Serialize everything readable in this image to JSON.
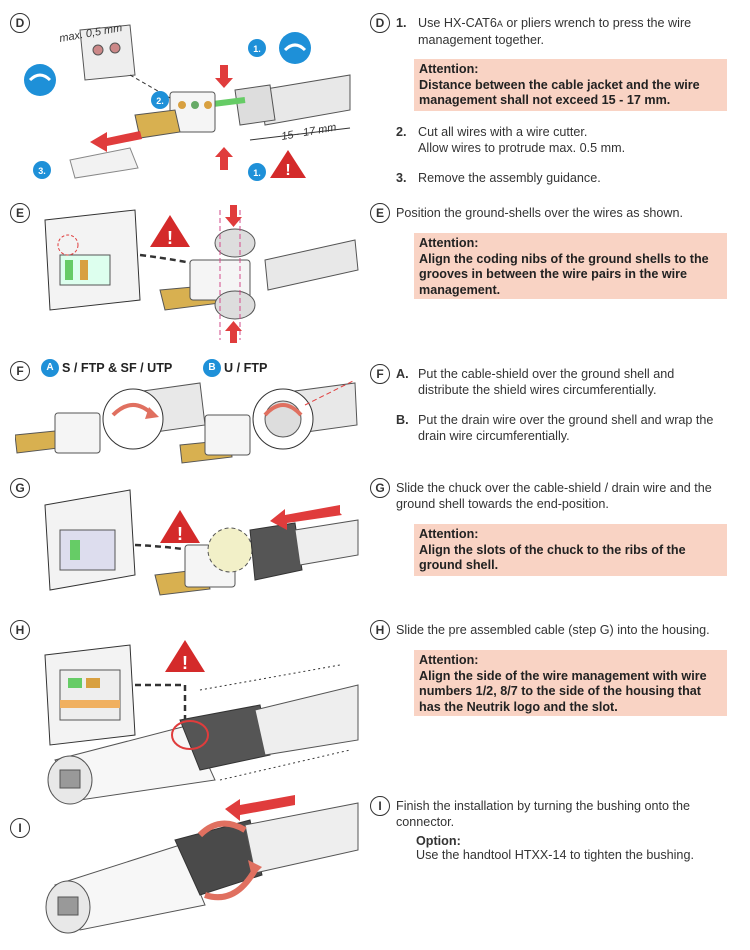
{
  "steps": {
    "D": {
      "letter": "D",
      "items": [
        {
          "num": "1.",
          "text": "Use HX-CAT6A or pliers wrench to press the wire management together."
        },
        {
          "num": "2.",
          "text": "Cut all wires with a wire cutter. Allow wires to protrude max. 0.5 mm."
        },
        {
          "num": "3.",
          "text": "Remove the assembly guidance."
        }
      ],
      "item1_line1": "Use HX-CAT6",
      "item1_sub": "A",
      "item1_line1b": " or pliers wrench to press the wire",
      "item1_line2": "management together.",
      "item2_line1": "Cut all wires with a wire cutter.",
      "item2_line2": "Allow wires to protrude max. 0.5 mm.",
      "attention_title": "Attention:",
      "attention_text": "Distance between the cable jacket and the wire management shall not exceed 15 - 17 mm.",
      "fig_label_max": "max. 0,5 mm",
      "fig_label_dist": "15 - 17 mm",
      "fig_badges": [
        "1.",
        "2.",
        "3.",
        "1."
      ]
    },
    "E": {
      "letter": "E",
      "text": "Position the ground-shells over the wires as shown.",
      "attention_title": "Attention:",
      "attention_text": "Align the coding nibs of the ground shells to the grooves in between the wire pairs in the wire management."
    },
    "F": {
      "letter": "F",
      "variant_a_badge": "A",
      "variant_a_label": "S / FTP & SF / UTP",
      "variant_b_badge": "B",
      "variant_b_label": "U / FTP",
      "item_a_num": "A.",
      "item_a_text": "Put the cable-shield over the ground shell and distribute the shield wires circumferentially.",
      "item_b_num": "B.",
      "item_b_text": "Put the drain wire over the ground shell and wrap the drain wire circumferentially."
    },
    "G": {
      "letter": "G",
      "text": "Slide the chuck over the cable-shield / drain wire and the ground shell towards the end-position.",
      "attention_title": "Attention:",
      "attention_text": "Align the slots of the chuck to the ribs of the ground shell."
    },
    "H": {
      "letter": "H",
      "text": "Slide the pre assembled cable (step G) into the housing.",
      "attention_title": "Attention:",
      "attention_text": "Align the side of the wire management with wire numbers 1/2, 8/7 to the side of the housing that has the Neutrik logo and the slot."
    },
    "I": {
      "letter": "I",
      "text": "Finish the installation by turning the bushing onto the connector.",
      "option_title": "Option:",
      "option_text": "Use the handtool HTXX-14 to tighten the bushing."
    }
  },
  "colors": {
    "attention_bg": "#f9d3c4",
    "warning_red": "#d42a2a",
    "badge_blue": "#1e90d8",
    "arrow_red": "#e03c3c"
  }
}
